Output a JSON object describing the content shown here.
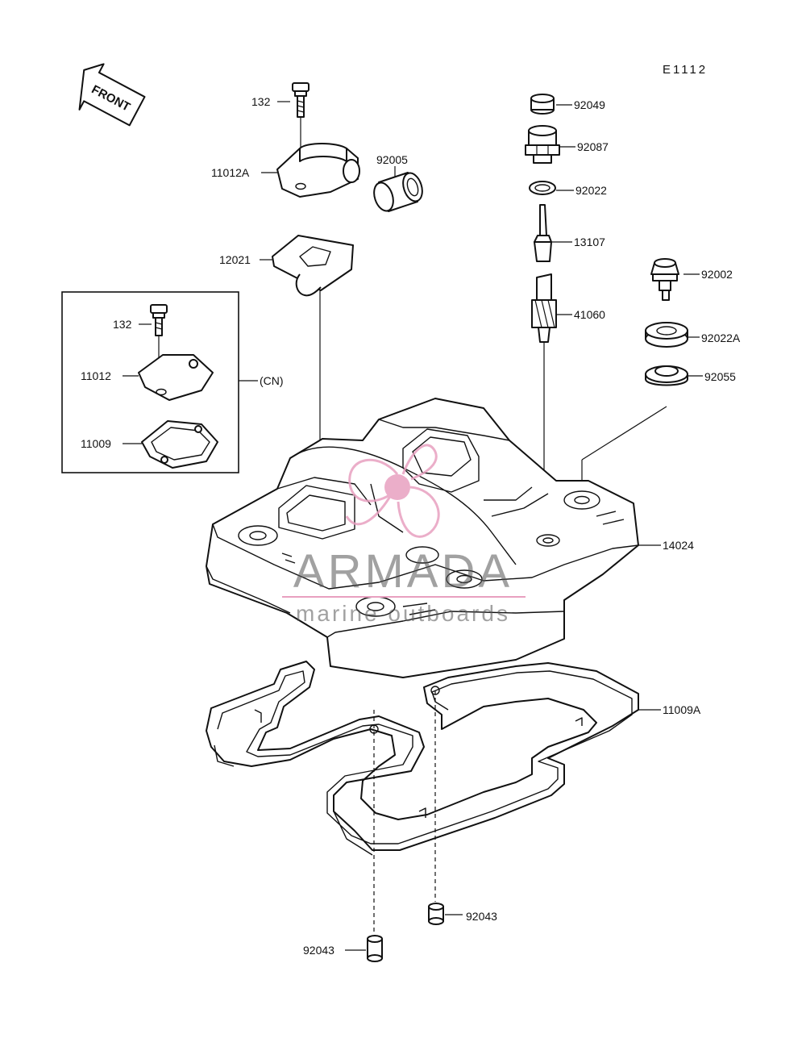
{
  "diagram_code": "E1112",
  "front_label": "FRONT",
  "inset_label": "(CN)",
  "watermark": {
    "brand": "ARMADA",
    "tagline": "marine outboards",
    "color": "#e8a0c0"
  },
  "parts": {
    "p132_top": "132",
    "p11012A": "11012A",
    "p92005": "92005",
    "p12021": "12021",
    "p132_inset": "132",
    "p11012": "11012",
    "p11009": "11009",
    "p92049": "92049",
    "p92087": "92087",
    "p92022": "92022",
    "p13107": "13107",
    "p41060": "41060",
    "p92002": "92002",
    "p92022A": "92022A",
    "p92055": "92055",
    "p14024": "14024",
    "p11009A": "11009A",
    "p92043_right": "92043",
    "p92043_left": "92043"
  }
}
